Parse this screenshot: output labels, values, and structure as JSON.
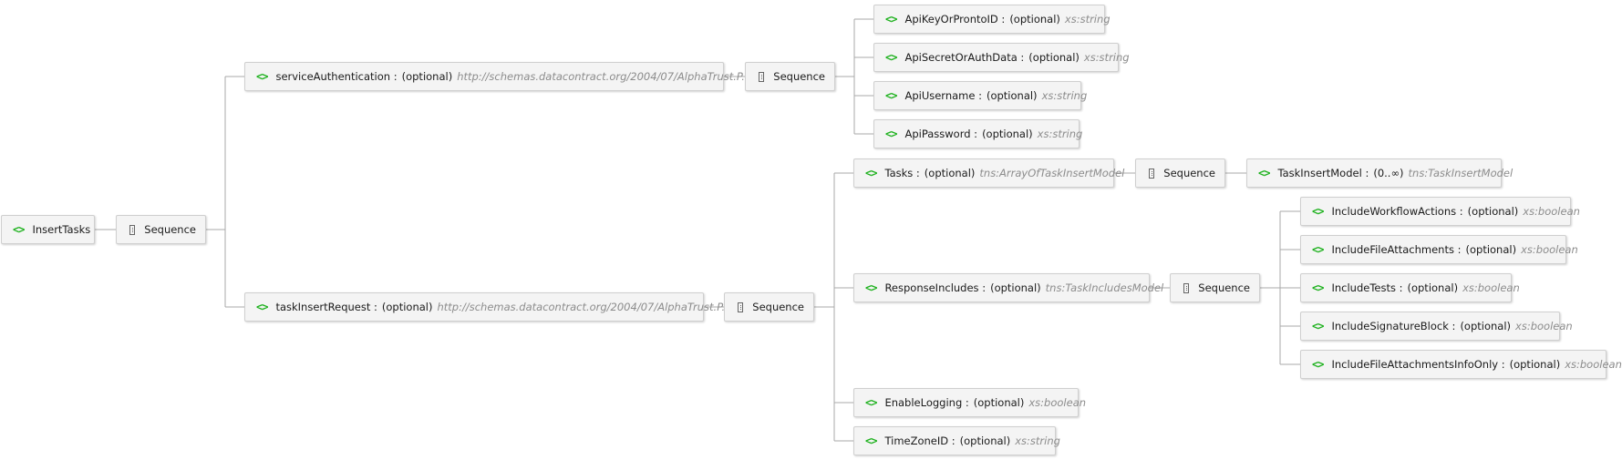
{
  "diagram": {
    "root": {
      "name": "InsertTasks"
    },
    "sequence_label": "Sequence",
    "nodes": [
      {
        "id": "serviceAuth",
        "name": "serviceAuthentication :",
        "occurs": "(optional)",
        "type": "http://schemas.datacontract.org/2004/07/AlphaTrust.P..."
      },
      {
        "id": "apiKey",
        "name": "ApiKeyOrProntoID :",
        "occurs": "(optional)",
        "type": "xs:string"
      },
      {
        "id": "apiSecret",
        "name": "ApiSecretOrAuthData :",
        "occurs": "(optional)",
        "type": "xs:string"
      },
      {
        "id": "apiUser",
        "name": "ApiUsername :",
        "occurs": "(optional)",
        "type": "xs:string"
      },
      {
        "id": "apiPass",
        "name": "ApiPassword :",
        "occurs": "(optional)",
        "type": "xs:string"
      },
      {
        "id": "taskInsert",
        "name": "taskInsertRequest :",
        "occurs": "(optional)",
        "type": "http://schemas.datacontract.org/2004/07/AlphaTrust.P..."
      },
      {
        "id": "tasks",
        "name": "Tasks :",
        "occurs": "(optional)",
        "type": "tns:ArrayOfTaskInsertModel"
      },
      {
        "id": "taskModel",
        "name": "TaskInsertModel :",
        "occurs": "(0..∞)",
        "type": "tns:TaskInsertModel"
      },
      {
        "id": "respIncl",
        "name": "ResponseIncludes :",
        "occurs": "(optional)",
        "type": "tns:TaskIncludesModel"
      },
      {
        "id": "inclWf",
        "name": "IncludeWorkflowActions :",
        "occurs": "(optional)",
        "type": "xs:boolean"
      },
      {
        "id": "inclFile",
        "name": "IncludeFileAttachments :",
        "occurs": "(optional)",
        "type": "xs:boolean"
      },
      {
        "id": "inclTests",
        "name": "IncludeTests :",
        "occurs": "(optional)",
        "type": "xs:boolean"
      },
      {
        "id": "inclSig",
        "name": "IncludeSignatureBlock :",
        "occurs": "(optional)",
        "type": "xs:boolean"
      },
      {
        "id": "inclFileInfo",
        "name": "IncludeFileAttachmentsInfoOnly :",
        "occurs": "(optional)",
        "type": "xs:boolean"
      },
      {
        "id": "enableLog",
        "name": "EnableLogging :",
        "occurs": "(optional)",
        "type": "xs:boolean"
      },
      {
        "id": "tz",
        "name": "TimeZoneID :",
        "occurs": "(optional)",
        "type": "xs:string"
      }
    ]
  },
  "colors": {
    "element_icon": "#1db11d",
    "connector": "#a9a9a9",
    "type_text": "#8c8c8c"
  },
  "icons": {
    "element": "element-icon",
    "sequence": "sequence-icon"
  }
}
